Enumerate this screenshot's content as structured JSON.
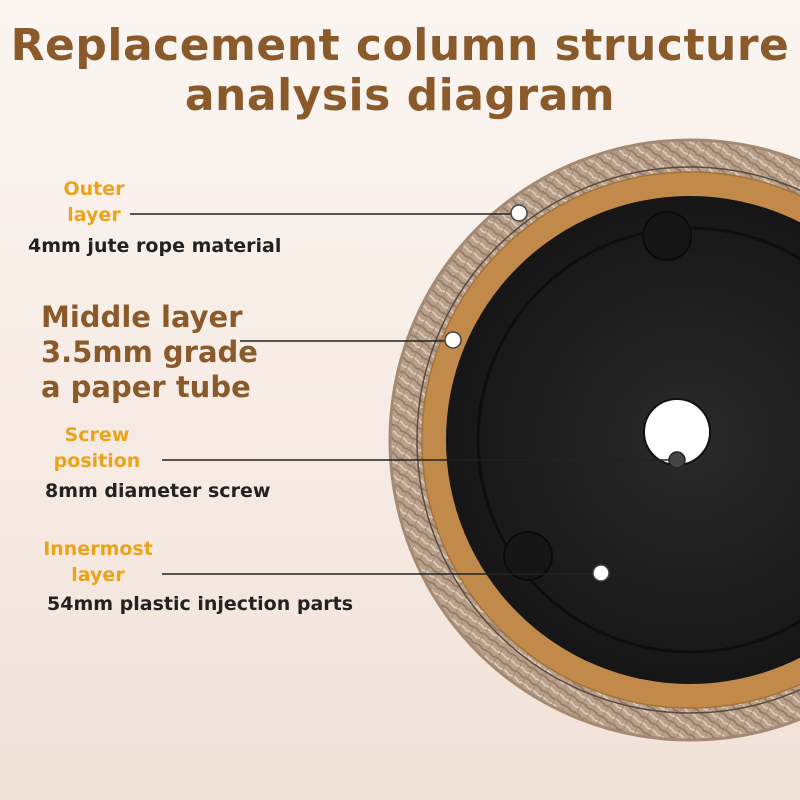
{
  "title": {
    "line1": "Replacement column structure",
    "line2": "analysis diagram"
  },
  "callouts": {
    "outer": {
      "name_line1": "Outer",
      "name_line2": "layer",
      "desc": "4mm jute rope material"
    },
    "middle": {
      "line1": "Middle layer",
      "line2": "3.5mm grade",
      "line3": "a paper tube"
    },
    "screw": {
      "name_line1": "Screw",
      "name_line2": "position",
      "desc": "8mm diameter screw"
    },
    "inner": {
      "name_line1": "Innermost",
      "name_line2": "layer",
      "desc": "54mm plastic injection parts"
    }
  },
  "colors": {
    "title": "#8a5a2b",
    "label_accent": "#e9a41c",
    "jute": "#b9a08b",
    "paper_tube": "#c28a4a",
    "plastic": "#1f1f1f"
  }
}
